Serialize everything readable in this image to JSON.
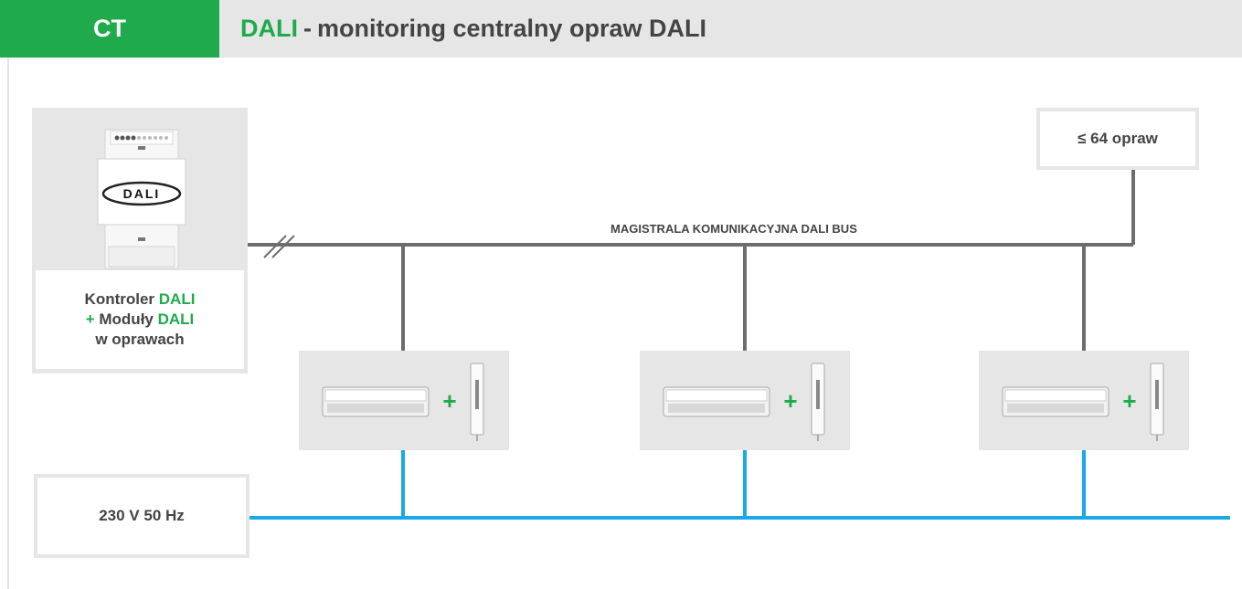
{
  "header": {
    "badge": "CT",
    "title_accent": "DALI",
    "title_separator": "-",
    "title_rest": "monitoring centralny opraw DALI"
  },
  "controller": {
    "device_logo_text": "DALI",
    "label_line1_prefix": "Kontroler",
    "label_line1_accent": "DALI",
    "label_line2_plus": "+",
    "label_line2_prefix": "Moduły",
    "label_line2_accent": "DALI",
    "label_line3": "w oprawach"
  },
  "bus": {
    "label": "MAGISTRALA KOMUNIKACYJNA DALI BUS"
  },
  "count": {
    "label": "≤ 64 opraw"
  },
  "power": {
    "label": "230 V 50 Hz"
  },
  "luminaires": [
    {
      "plus": "+"
    },
    {
      "plus": "+"
    },
    {
      "plus": "+"
    }
  ],
  "colors": {
    "accent_green": "#1faa4b",
    "bus_line": "#6d6d6f",
    "power_line": "#18a9e6",
    "panel_gray": "#e6e6e6",
    "text_dark": "#444444"
  }
}
